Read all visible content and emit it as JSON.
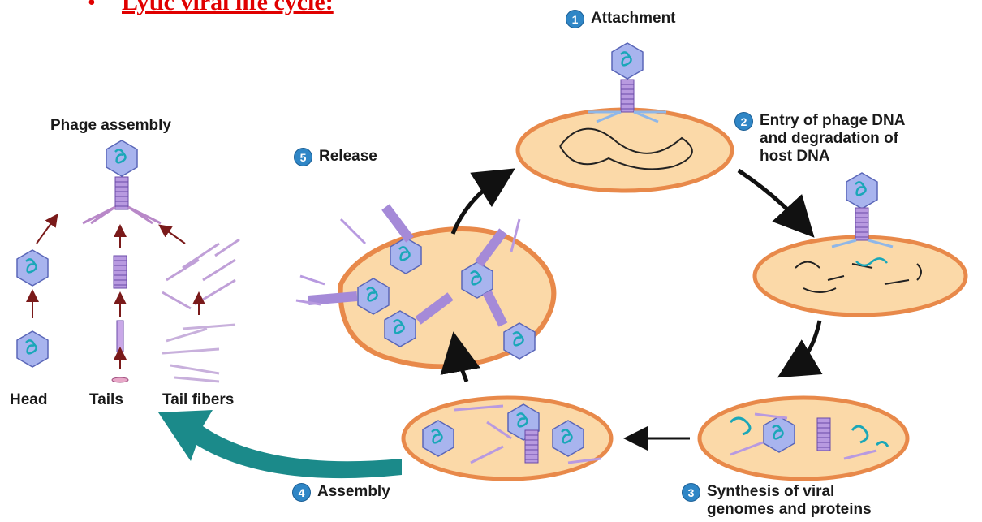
{
  "title": "Lytic viral life cycle:",
  "steps": [
    {
      "num": "1",
      "label": "Attachment"
    },
    {
      "num": "2",
      "label": "Entry of phage DNA and degradation of host DNA",
      "lines": [
        "Entry of phage DNA",
        "and degradation of",
        "host DNA"
      ]
    },
    {
      "num": "3",
      "label": "Synthesis of viral genomes and proteins",
      "lines": [
        "Synthesis of viral",
        "genomes and proteins"
      ]
    },
    {
      "num": "4",
      "label": "Assembly"
    },
    {
      "num": "5",
      "label": "Release"
    }
  ],
  "phage_assembly": {
    "heading": "Phage assembly",
    "parts": [
      "Head",
      "Tails",
      "Tail fibers"
    ]
  },
  "colors": {
    "title": "#e00000",
    "step_badge": "#2f86c6",
    "cell_fill": "#fbd9a8",
    "cell_membrane": "#e8894a",
    "capsid": "#9aa8e8",
    "dna": "#1aa7b8",
    "tail": "#8e6cc9",
    "big_arrow": "#1b8a8a"
  }
}
